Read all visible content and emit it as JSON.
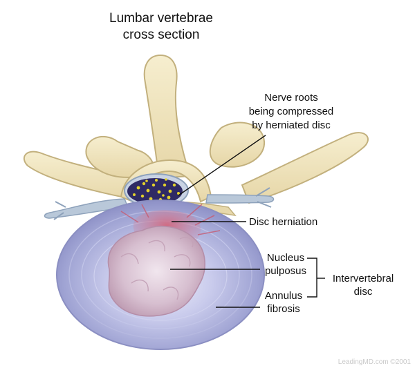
{
  "title": {
    "line1": "Lumbar vertebrae",
    "line2": "cross section"
  },
  "labels": {
    "nerve_roots": {
      "line1": "Nerve roots",
      "line2": "being compressed",
      "line3": "by herniated disc"
    },
    "disc_herniation": "Disc herniation",
    "nucleus_pulposus": {
      "line1": "Nucleus",
      "line2": "pulposus"
    },
    "annulus_fibrosis": {
      "line1": "Annulus",
      "line2": "fibrosis"
    },
    "intervertebral_disc": {
      "line1": "Intervertebral",
      "line2": "disc"
    }
  },
  "credit": "LeadingMD.com ©2001",
  "colors": {
    "bone": "#efe3bb",
    "bone_shadow": "#c9b98a",
    "disc_outer": "#a9acd8",
    "disc_inner": "#d9dbf2",
    "nucleus": "#cdb0c2",
    "herniation": "#c85a72",
    "canal": "#2e2a63",
    "nerve_dots": "#e2d12b",
    "nerve_roots": "#b7c6d8"
  }
}
